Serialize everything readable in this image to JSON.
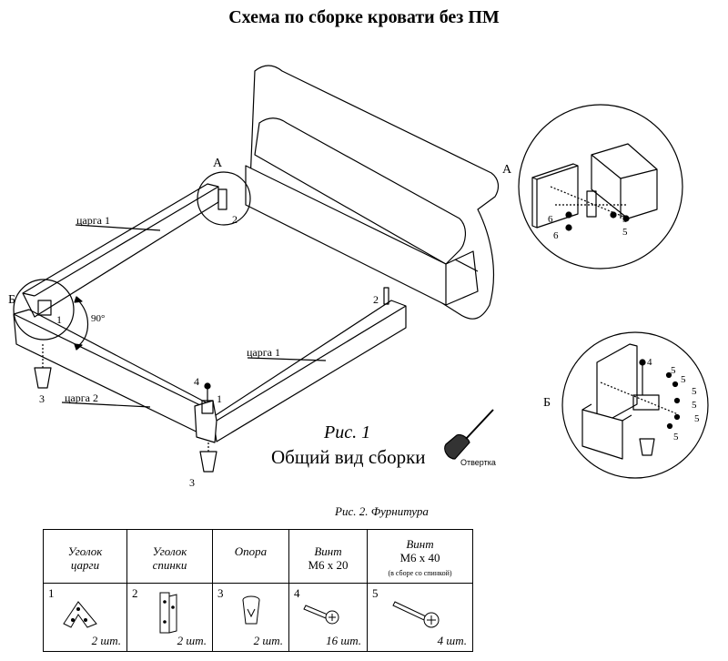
{
  "title": "Схема по сборке кровати без ПМ",
  "figure1": {
    "caption": "Рис. 1",
    "subtitle": "Общий вид сборки",
    "screwdriver_label": "Отвертка"
  },
  "labels": {
    "tsarga1_back": "царга 1",
    "tsarga1_side": "царга 1",
    "tsarga2": "царга 2",
    "angle": "90°",
    "detail_A": "А",
    "detail_B": "Б",
    "detail_A_callout": "А",
    "detail_B_callout": "Б",
    "n1a": "1",
    "n1b": "1",
    "n2a": "2",
    "n2b": "2",
    "n3a": "3",
    "n3b": "3",
    "n4": "4",
    "dA_5a": "5",
    "dA_5b": "5",
    "dA_6a": "6",
    "dA_6b": "6",
    "dB_4": "4",
    "dB_5a": "5",
    "dB_5b": "5",
    "dB_5c": "5",
    "dB_5d": "5",
    "dB_5e": "5",
    "dB_5f": "5"
  },
  "figure2": {
    "caption": "Рис. 2. Фурнитура",
    "items": [
      {
        "name_line1": "Уголок",
        "name_line2": "царги",
        "note": "",
        "number": "1",
        "qty": "2 шт.",
        "icon": "corner-bracket-icon"
      },
      {
        "name_line1": "Уголок",
        "name_line2": "спинки",
        "note": "",
        "number": "2",
        "qty": "2 шт.",
        "icon": "back-bracket-icon"
      },
      {
        "name_line1": "Опора",
        "name_line2": "",
        "note": "",
        "number": "3",
        "qty": "2 шт.",
        "icon": "leg-icon"
      },
      {
        "name_line1": "Винт",
        "name_line2": "М6 х 20",
        "note": "",
        "number": "4",
        "qty": "16 шт.",
        "icon": "screw-short-icon"
      },
      {
        "name_line1": "Винт",
        "name_line2": "М6 х 40",
        "note": "(в сборе со спинкой)",
        "number": "5",
        "qty": "4 шт.",
        "icon": "screw-long-icon"
      }
    ]
  }
}
